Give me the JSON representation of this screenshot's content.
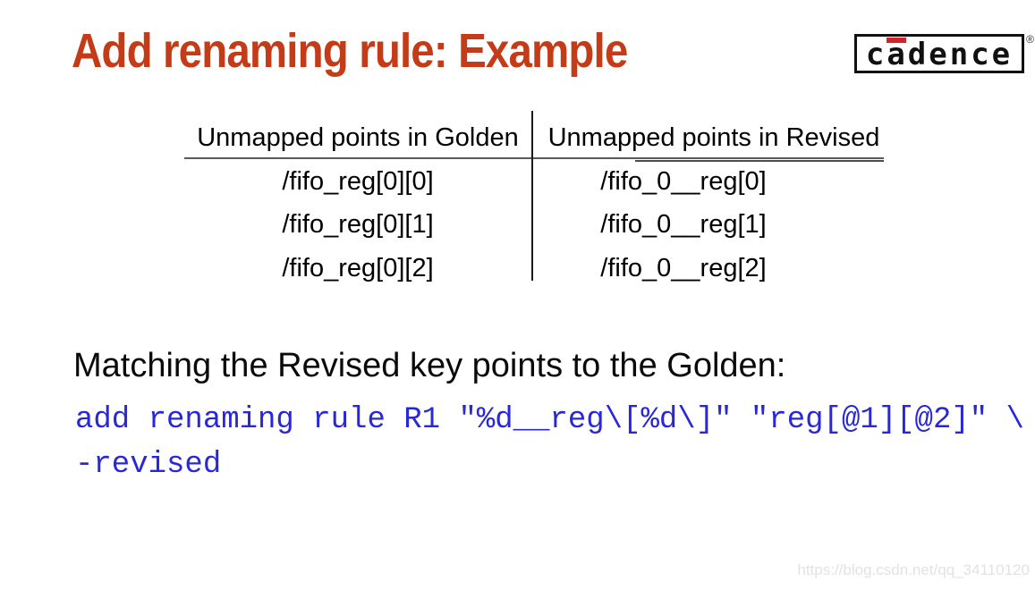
{
  "slide": {
    "title": "Add renaming rule: Example",
    "logo": {
      "text": "cadence",
      "registered": "®"
    },
    "table": {
      "columns": [
        "Unmapped points in Golden",
        "Unmapped points in Revised"
      ],
      "rows": [
        [
          "/fifo_reg[0][0]",
          "/fifo_0__reg[0]"
        ],
        [
          "/fifo_reg[0][1]",
          "/fifo_0__reg[1]"
        ],
        [
          "/fifo_reg[0][2]",
          "/fifo_0__reg[2]"
        ]
      ]
    },
    "body_heading": "Matching the Revised key points to the Golden:",
    "code_lines": [
      "add renaming rule R1 \"%d__reg\\[%d\\]\" \"reg[@1][@2]\" \\",
      "-revised"
    ],
    "watermark": "https://blog.csdn.net/qq_34110120",
    "colors": {
      "title_red": "#c33c17",
      "code_blue": "#2828d8",
      "logo_accent_red": "#d3232a"
    }
  }
}
